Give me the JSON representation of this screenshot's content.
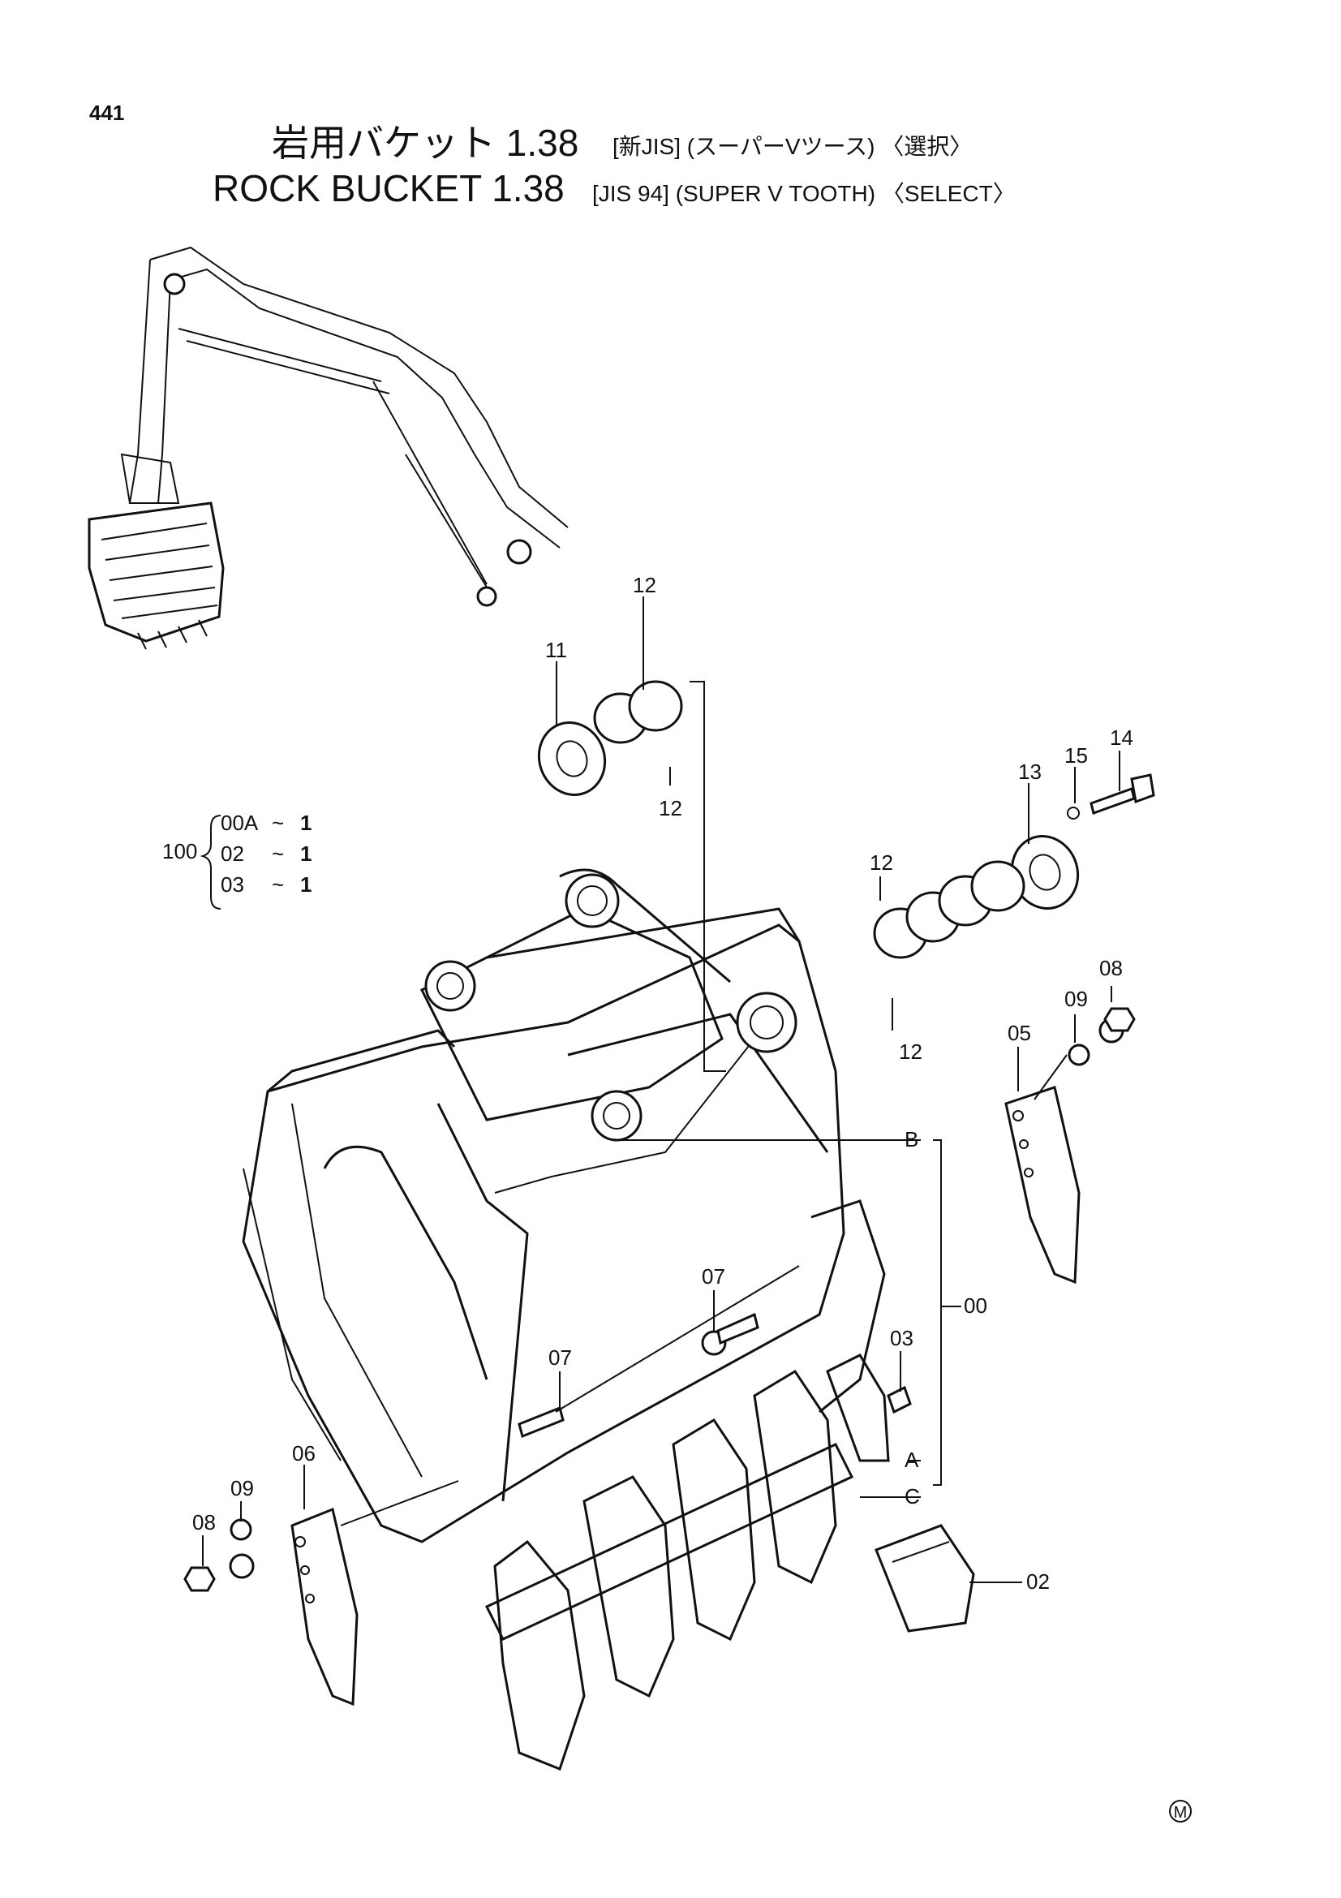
{
  "page_number": "441",
  "title_jp": {
    "main": "岩用バケット 1.38",
    "spec": "[新JIS] (スーパーVツース) 〈選択〉"
  },
  "title_en": {
    "main": "ROCK  BUCKET  1.38",
    "spec": "[JIS 94]  (SUPER  V  TOOTH) 〈SELECT〉"
  },
  "assembly_table": {
    "code": "100",
    "rows": [
      {
        "part": "00A",
        "sep": "~",
        "qty": "1"
      },
      {
        "part": "02",
        "sep": "~",
        "qty": "1"
      },
      {
        "part": "03",
        "sep": "~",
        "qty": "1"
      }
    ]
  },
  "callouts": {
    "c12_top": "12",
    "c11": "11",
    "c12_mid": "12",
    "c14": "14",
    "c15": "15",
    "c13": "13",
    "c12_right": "12",
    "c12_right_lower": "12",
    "c08_right": "08",
    "c09_right": "09",
    "c05": "05",
    "c07_mid": "07",
    "c07_left": "07",
    "c03": "03",
    "c00": "00",
    "c06": "06",
    "c08_left": "08",
    "c09_left": "09",
    "c02": "02",
    "ref_A": "A",
    "ref_B": "B",
    "ref_C": "C"
  },
  "mark": "M"
}
